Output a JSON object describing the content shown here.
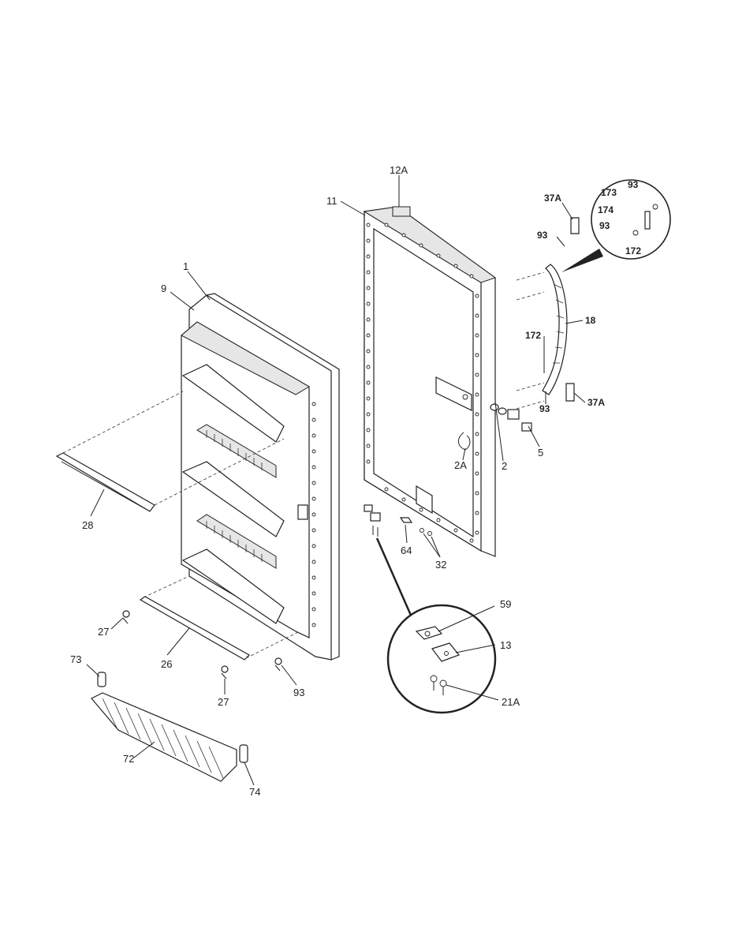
{
  "labels": {
    "p1": "1",
    "p9": "9",
    "p11": "11",
    "p12a": "12A",
    "p37a_top": "37A",
    "p93_top_circle": "93",
    "p173": "173",
    "p174": "174",
    "p93_mid_circle": "93",
    "p172_circle": "172",
    "p93_handle_top": "93",
    "p18": "18",
    "p172": "172",
    "p93_handle_bottom": "93",
    "p37a_bottom": "37A",
    "p5": "5",
    "p2": "2",
    "p2a": "2A",
    "p28": "28",
    "p64": "64",
    "p32": "32",
    "p27_left": "27",
    "p26": "26",
    "p27_bottom": "27",
    "p93_bottom": "93",
    "p59": "59",
    "p13": "13",
    "p21a": "21A",
    "p73": "73",
    "p72": "72",
    "p74": "74"
  }
}
